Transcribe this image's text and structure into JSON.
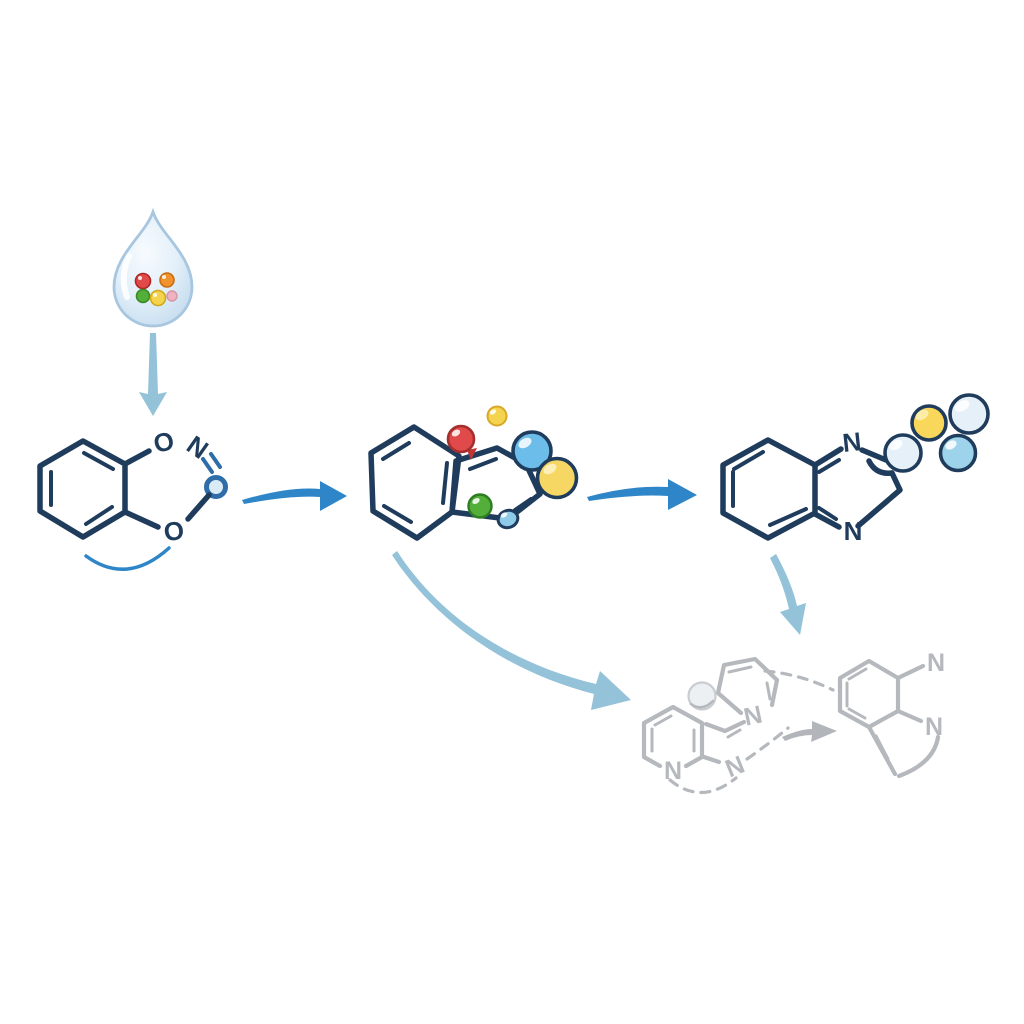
{
  "colors": {
    "background": "#ffffff",
    "bond": "#1f3c5c",
    "bond_light": "#2e6da8",
    "arrow_primary": "#2e86c8",
    "arrow_secondary": "#93c2d9",
    "ghost": "#b5b9bd",
    "ghost_arrow": "#b2b6ba",
    "droplet_stroke": "#a7c6e0",
    "droplet_fill": "#d9e9f6",
    "ball_red": "#e04a4a",
    "ball_orange": "#f0922d",
    "ball_green": "#53ae3a",
    "ball_yellow": "#f4d44e",
    "ball_pink": "#efb3c0",
    "ball_blue": "#6cbdea",
    "ball_blue_small": "#8ecbe8",
    "ball_pale_blue": "#e6f0f8",
    "ball_medium_blue": "#9ed3ec"
  },
  "labels": {
    "reactant": {
      "o_top": "O",
      "n_top": "N",
      "o_bottom": "O"
    },
    "product": {
      "n_top": "N",
      "n_bottom": "N"
    },
    "ghost_left": {
      "n_bottom": "N",
      "n_side": "N",
      "n_upper": "N"
    },
    "ghost_right": {
      "n_substituent": "N",
      "n_ring": "N"
    }
  }
}
